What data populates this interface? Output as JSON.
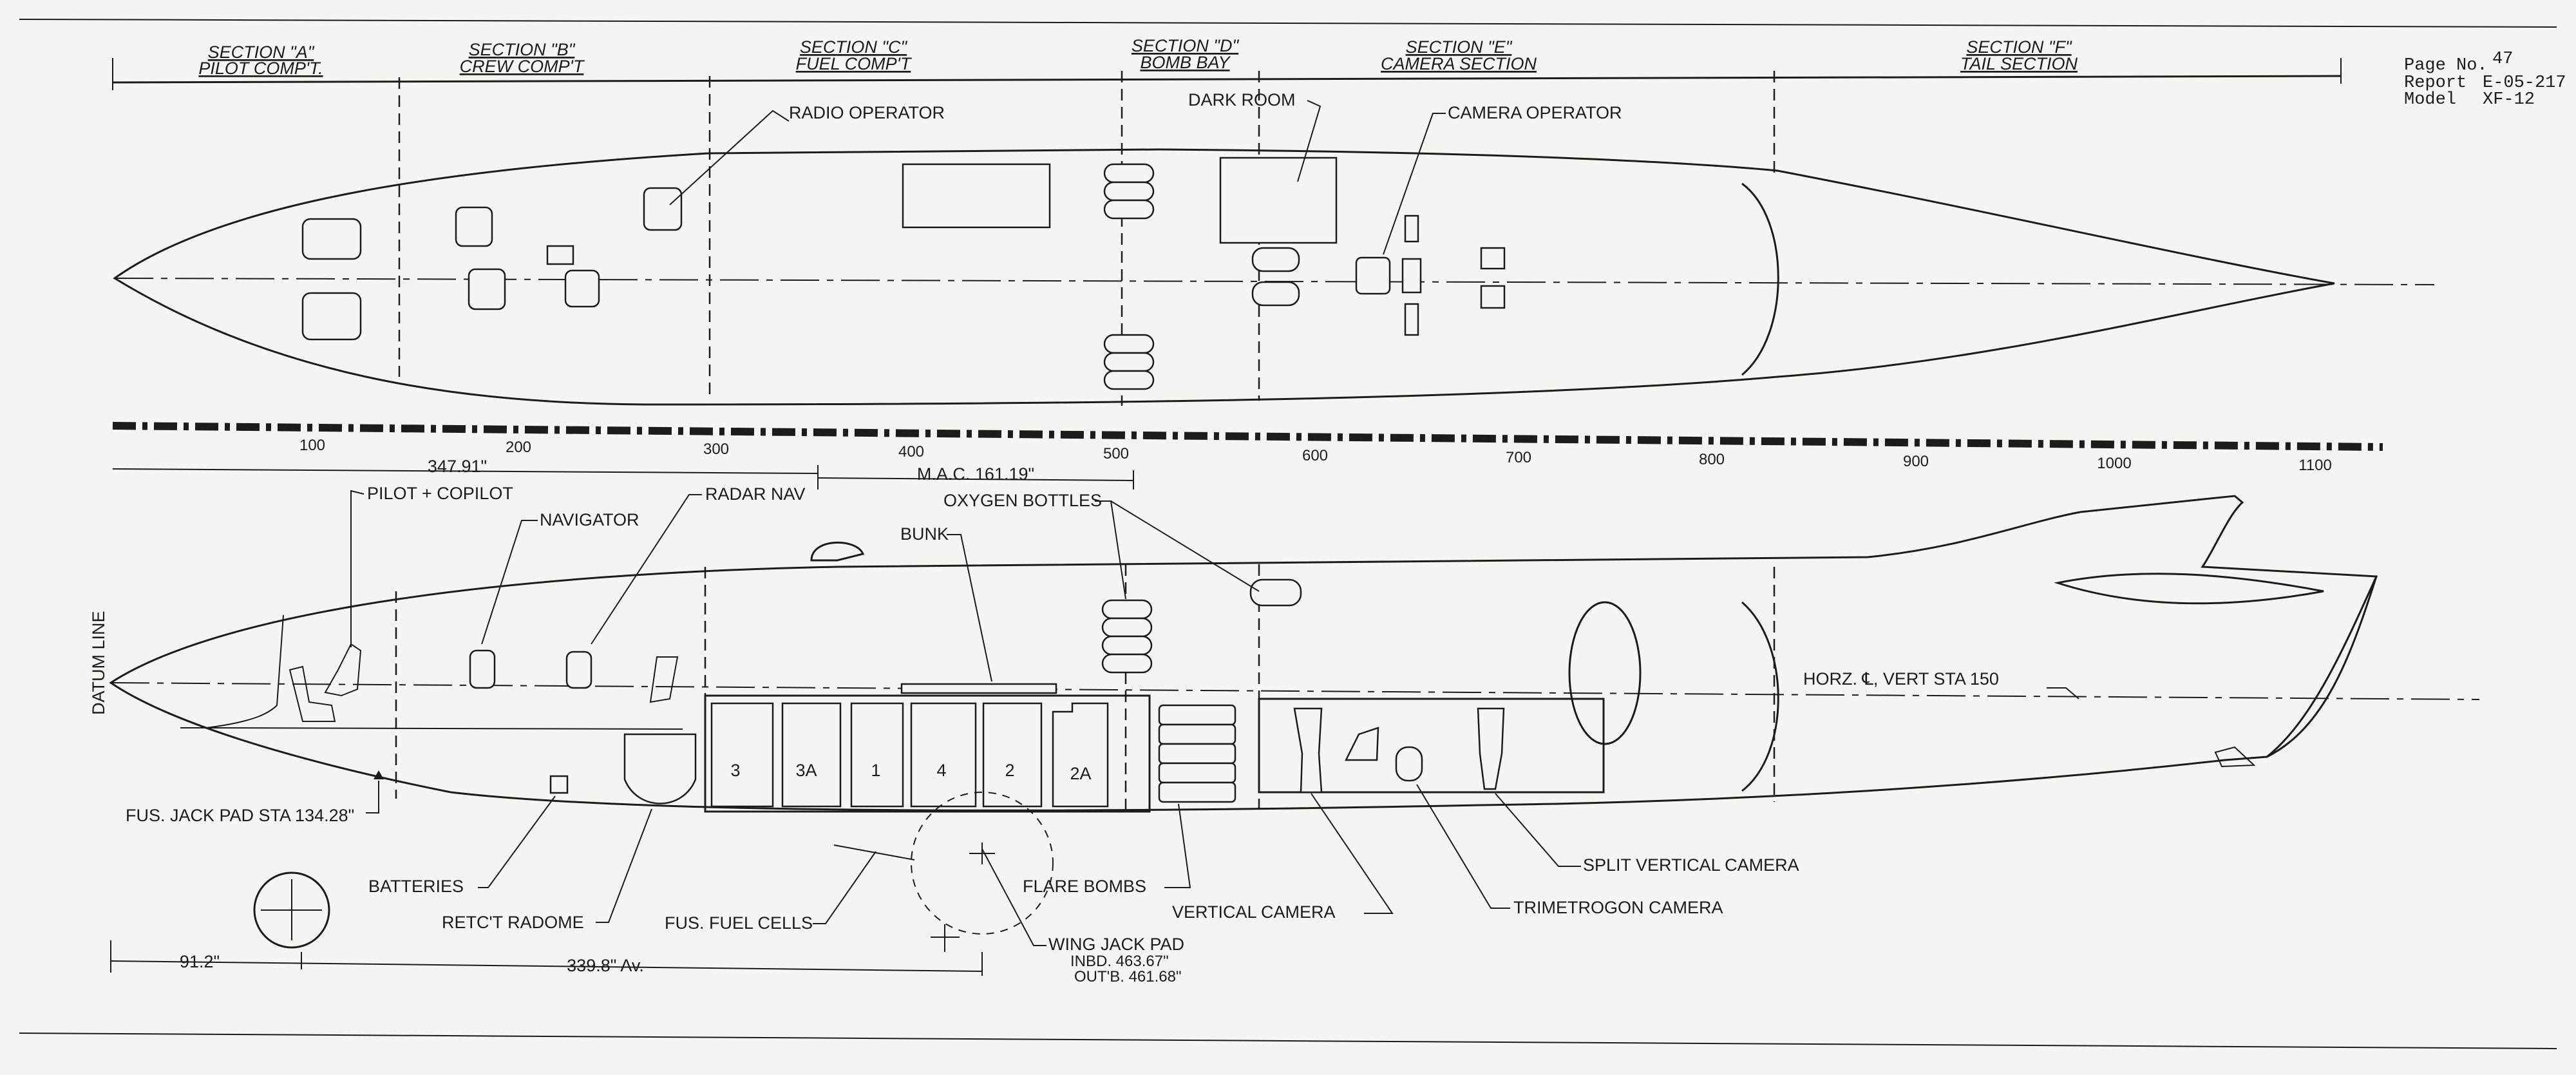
{
  "page_info": {
    "page_label": "Page No.",
    "page_no": "47",
    "report_label": "Report",
    "report_no": "E-05-217",
    "model_label": "Model",
    "model_no": "XF-12"
  },
  "sections": [
    {
      "title": "SECTION \"A\"",
      "sub": "PILOT COMP'T."
    },
    {
      "title": "SECTION \"B\"",
      "sub": "CREW COMP'T"
    },
    {
      "title": "SECTION \"C\"",
      "sub": "FUEL COMP'T"
    },
    {
      "title": "SECTION \"D\"",
      "sub": "BOMB BAY"
    },
    {
      "title": "SECTION \"E\"",
      "sub": "CAMERA SECTION"
    },
    {
      "title": "SECTION \"F\"",
      "sub": "TAIL SECTION"
    }
  ],
  "plan_labels": {
    "radio_operator": "RADIO OPERATOR",
    "dark_room": "DARK ROOM",
    "camera_operator": "CAMERA OPERATOR"
  },
  "stations": [
    "100",
    "200",
    "300",
    "400",
    "500",
    "600",
    "700",
    "800",
    "900",
    "1000",
    "1100"
  ],
  "dims": {
    "d1": "347.91\"",
    "mac": "M.A.C. 161.19\"",
    "d2": "91.2\"",
    "d3": "339.8\" Av."
  },
  "profile_labels": {
    "datum": "DATUM LINE",
    "pilot": "PILOT + COPILOT",
    "navigator": "NAVIGATOR",
    "radar": "RADAR NAV",
    "bunk": "BUNK",
    "oxygen": "OXYGEN BOTTLES",
    "horz": "HORZ. ℄, VERT STA 150",
    "jackpad": "FUS. JACK PAD STA 134.28\"",
    "batteries": "BATTERIES",
    "radome": "RETC'T RADOME",
    "fuel": "FUS. FUEL CELLS",
    "flare": "FLARE BOMBS",
    "vertical": "VERTICAL CAMERA",
    "trimetrogon": "TRIMETROGON CAMERA",
    "split": "SPLIT VERTICAL CAMERA",
    "wing_jack": "WING JACK PAD",
    "inbd": "INBD. 463.67\"",
    "outb": "OUT'B. 461.68\""
  },
  "fuel_cells": [
    "3",
    "3A",
    "1",
    "4",
    "2",
    "2A"
  ]
}
